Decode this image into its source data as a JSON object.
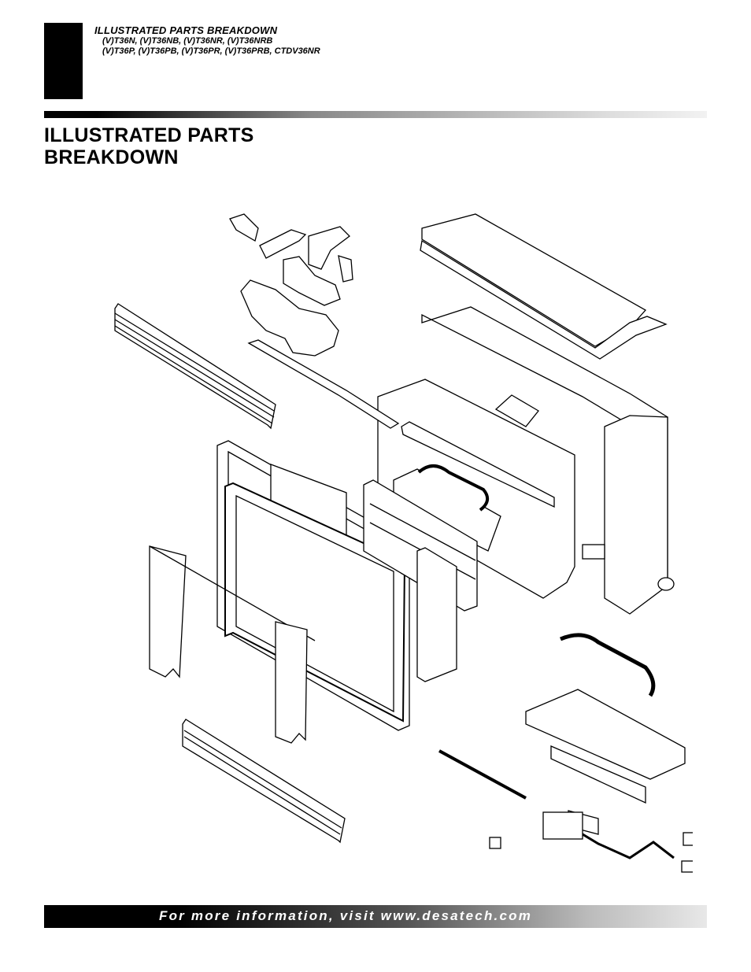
{
  "header": {
    "section_title": "ILLUSTRATED PARTS BREAKDOWN",
    "models_line1": "(V)T36N, (V)T36NB, (V)T36NR, (V)T36NRB",
    "models_line2": "(V)T36P, (V)T36PB, (V)T36PR, (V)T36PRB, CTDV36NR"
  },
  "page_title_line1": "ILLUSTRATED PARTS",
  "page_title_line2": "BREAKDOWN",
  "footer_text": "For more information, visit www.desatech.com"
}
